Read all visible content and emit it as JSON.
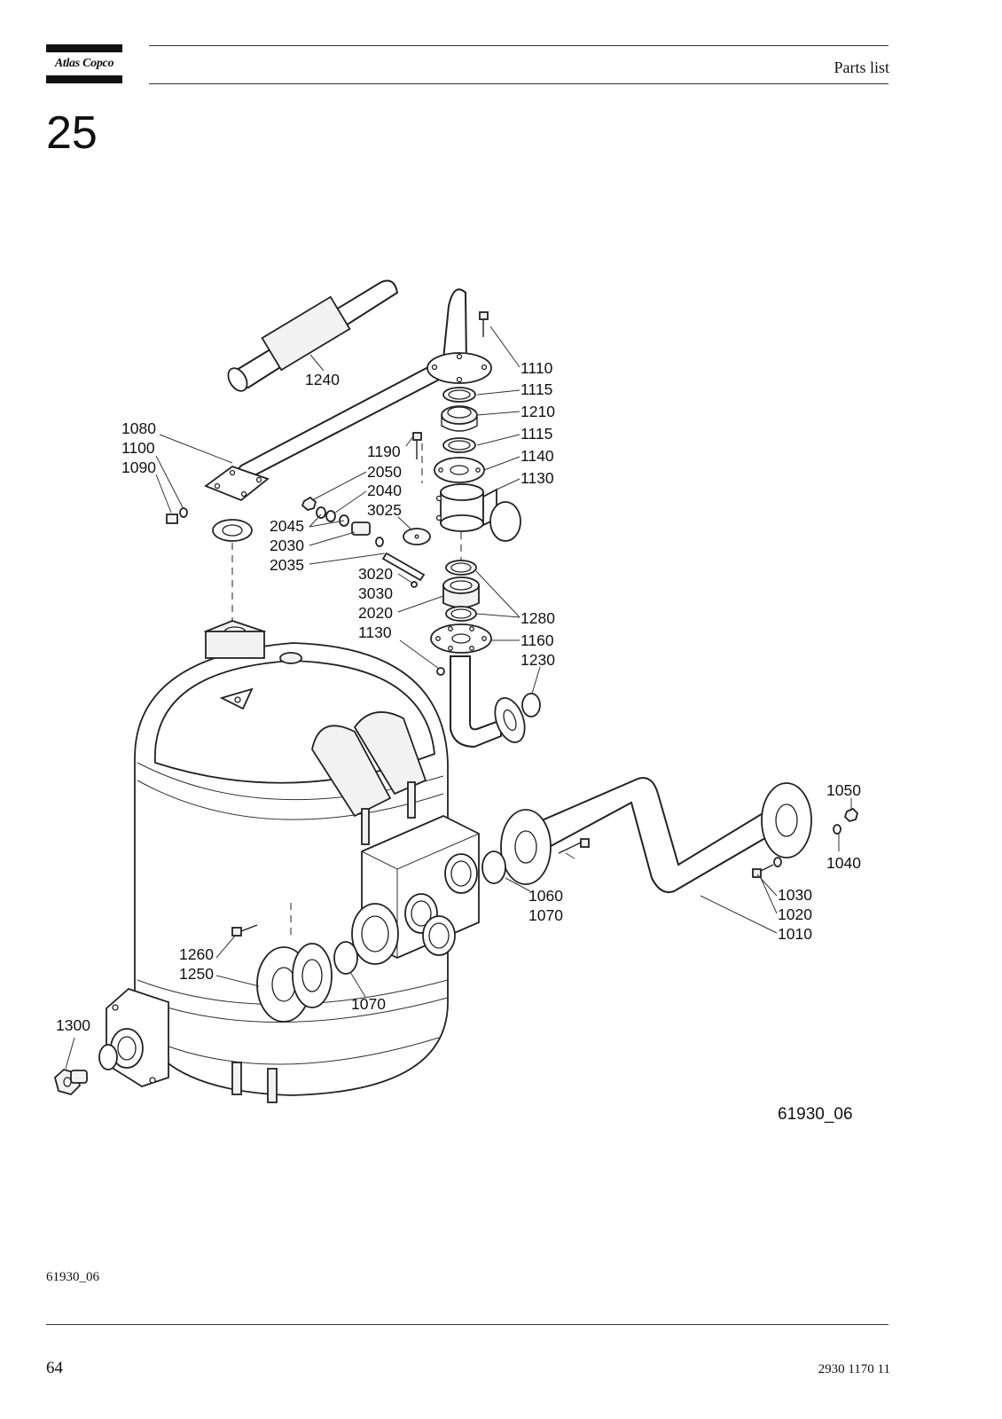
{
  "header": {
    "brand": "Atlas Copco",
    "title": "Parts list"
  },
  "section": {
    "number": "25"
  },
  "figure": {
    "reference": "61930_06",
    "callouts": {
      "c1240": "1240",
      "c1110": "1110",
      "c1115a": "1115",
      "c1210": "1210",
      "c1115b": "1115",
      "c1140": "1140",
      "c1130a": "1130",
      "c1080": "1080",
      "c1100": "1100",
      "c1090": "1090",
      "c1190": "1190",
      "c2050": "2050",
      "c2040": "2040",
      "c3025": "3025",
      "c2045": "2045",
      "c2030": "2030",
      "c2035": "2035",
      "c3020": "3020",
      "c3030": "3030",
      "c2020": "2020",
      "c1130b": "1130",
      "c1280": "1280",
      "c1160": "1160",
      "c1230": "1230",
      "c1050": "1050",
      "c1040": "1040",
      "c1060": "1060",
      "c1070a": "1070",
      "c1030": "1030",
      "c1020": "1020",
      "c1010": "1010",
      "c1260": "1260",
      "c1250": "1250",
      "c1070b": "1070",
      "c1300": "1300"
    }
  },
  "footer": {
    "figure_id": "61930_06",
    "page_number": "64",
    "document_number": "2930 1170 11"
  }
}
